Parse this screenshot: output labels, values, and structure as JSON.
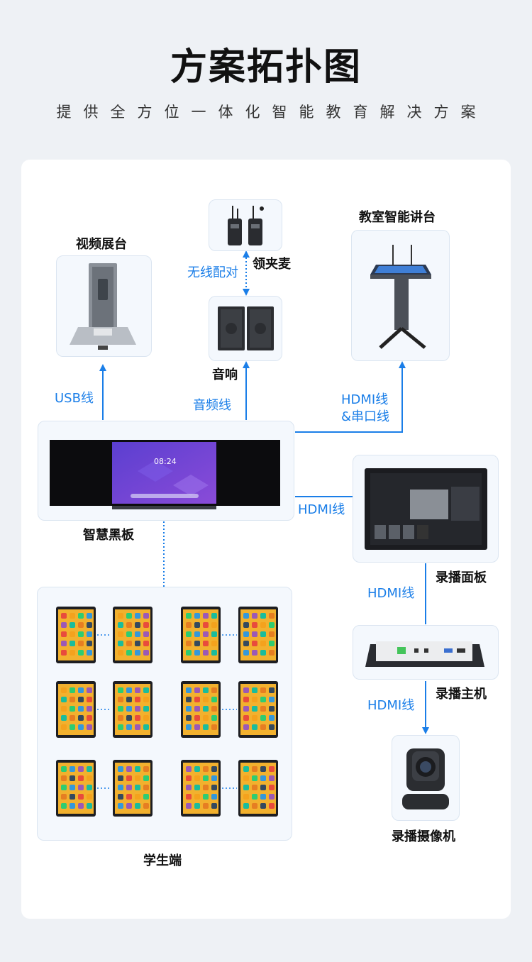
{
  "header": {
    "title": "方案拓扑图",
    "subtitle": "提供全方位一体化智能教育解决方案"
  },
  "nodes": {
    "visualizer": "视频展台",
    "mic": "领夹麦",
    "speaker": "音响",
    "podium": "教室智能讲台",
    "blackboard": "智慧黑板",
    "rec_panel": "录播面板",
    "rec_host": "录播主机",
    "camera": "录播摄像机",
    "student": "学生端"
  },
  "links": {
    "usb": "USB线",
    "wireless": "无线配对",
    "audio": "音频线",
    "hdmi_serial_1": "HDMI线",
    "hdmi_serial_2": "&串口线",
    "hdmi_panel": "HDMI线",
    "hdmi_host": "HDMI线",
    "hdmi_camera": "HDMI线"
  },
  "screen": {
    "time": "08:24"
  },
  "colors": {
    "accent": "#1a7ee8",
    "box_bg": "#f4f8fd"
  }
}
